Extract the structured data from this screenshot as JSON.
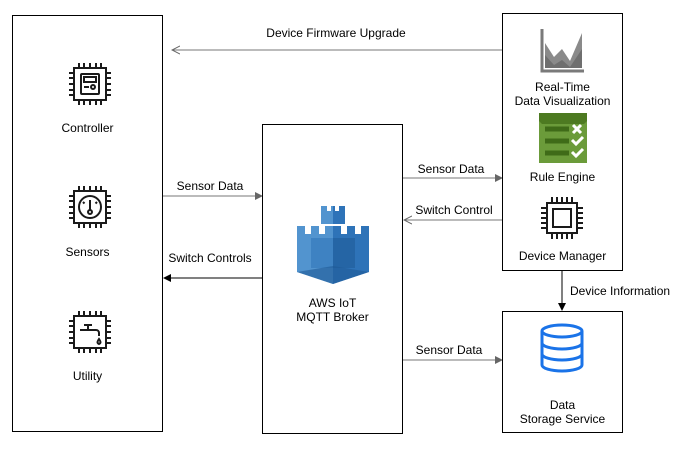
{
  "devices": {
    "controller": "Controller",
    "sensors": "Sensors",
    "utility": "Utility"
  },
  "broker": {
    "line1": "AWS IoT",
    "line2": "MQTT Broker",
    "color_dark": "#2e73b8",
    "color_light": "#5294cf"
  },
  "services": {
    "visualization_line1": "Real-Time",
    "visualization_line2": "Data Visualization",
    "rule_engine": "Rule Engine",
    "device_manager": "Device Manager",
    "rule_engine_color": "#5a8f29"
  },
  "storage": {
    "line1": "Data",
    "line2": "Storage Service",
    "color": "#1a73e8"
  },
  "edges": {
    "firmware_upgrade": "Device Firmware Upgrade",
    "sensor_data_to_broker": "Sensor Data",
    "switch_controls_to_devices": "Switch Controls",
    "sensor_data_to_services": "Sensor Data",
    "switch_control_to_broker": "Switch Control",
    "device_information": "Device Information",
    "sensor_data_to_storage": "Sensor Data"
  }
}
